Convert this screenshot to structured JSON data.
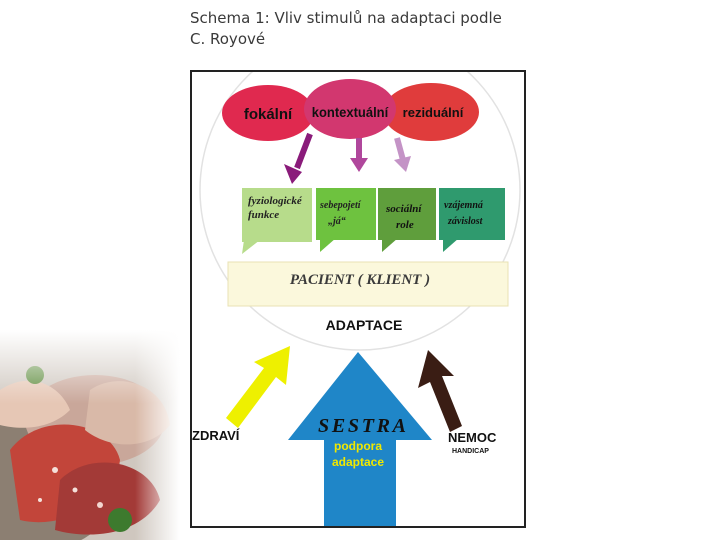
{
  "caption": {
    "line1": "Schema 1: Vliv stimulů na adaptaci podle",
    "line2": "C. Royové"
  },
  "diagram": {
    "stimuli": [
      {
        "label": "fokální",
        "color": "#e0294f"
      },
      {
        "label": "kontextuální",
        "color": "#d2376f"
      },
      {
        "label": "reziduální",
        "color": "#e03c3c"
      }
    ],
    "modes": [
      {
        "lines": [
          "fyziologické",
          "funkce"
        ],
        "color": "#b7dc8b"
      },
      {
        "lines": [
          "sebepojetí",
          "„já“"
        ],
        "color": "#6ec23f"
      },
      {
        "lines": [
          "sociální",
          "role"
        ],
        "color": "#5f9e3c"
      },
      {
        "lines": [
          "vzájemná",
          "závislost"
        ],
        "color": "#2f9a6e"
      }
    ],
    "patient": "PACIENT ( KLIENT )",
    "adaptation": "ADAPTACE",
    "health": "ZDRAVÍ",
    "nurse": "SESTRA",
    "nurse_sub1": "podpora",
    "nurse_sub2": "adaptace",
    "illness": "NEMOC",
    "handicap": "HANDICAP",
    "arrow_colors": {
      "left": "#8a1b7a",
      "middle": "#b0479c",
      "right": "#c493c6",
      "health": "#eef000",
      "nurse": "#1f86c8",
      "illness": "#3a1d14"
    }
  }
}
